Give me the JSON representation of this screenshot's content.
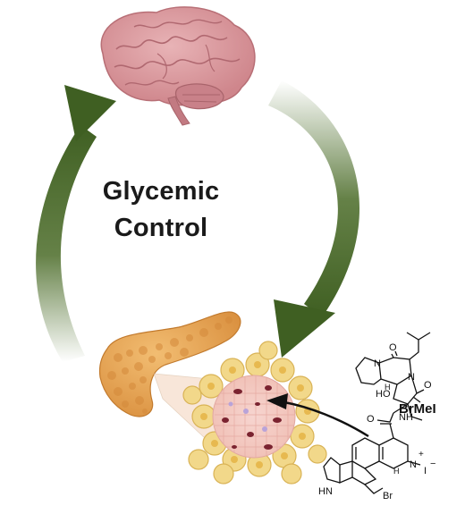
{
  "title": {
    "line1": "Glycemic",
    "line2": "Control"
  },
  "compound": {
    "name": "BrMeI",
    "atoms": {
      "n1": "N",
      "n2": "N",
      "o_top": "O",
      "o_right": "O",
      "ho": "HO",
      "h_ring": "H",
      "o_amide": "O",
      "nh_amide": "NH",
      "n_plus": "N",
      "plus": "+",
      "iodide": "I",
      "minus": "−",
      "h_indole": "H",
      "hn": "HN",
      "br": "Br"
    }
  },
  "colors": {
    "arrow_green": "#4a6b27",
    "brain_pink": "#d9959a",
    "pancreas_orange": "#e6a85a",
    "islet_yellow": "#f2d88a"
  },
  "icons": [
    "brain-illustration",
    "pancreas-illustration",
    "islet-zoom-illustration",
    "cycle-arrow",
    "pointer-arrow"
  ]
}
